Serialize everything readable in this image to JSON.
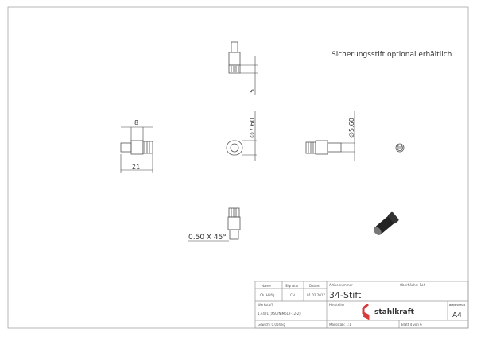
{
  "note": "Sicherungsstift optional erhältlich",
  "dimensions": {
    "d1": "5",
    "d2": "8",
    "d3": "21",
    "d4": "∅7.60",
    "d5": "∅5.60",
    "chamfer": "0.50 X 45°"
  },
  "title_block": {
    "h_name": "Name",
    "h_signatur": "Signatur",
    "h_datum": "Datum",
    "name": "Ch. Höfig",
    "signatur": "CH",
    "datum": "01.02.2017",
    "artikelnummer_label": "Artikelnummer",
    "artikelnummer": "34-Stift",
    "oberflaeche": "Oberfläche: Roh",
    "werkstoff_label": "Werkstoff:",
    "werkstoff": "1.4401 (X5CrNiMo17-12-2)",
    "hersteller_label": "Hersteller",
    "brand": "stahlkraft",
    "blattformat_label": "Blattformat",
    "blattformat": "A4",
    "gewicht": "Gewicht 0.004 kg",
    "massstab": "Massstab: 1:1",
    "blatt": "Blatt 4 von 6",
    "brand_color": "#d63a3a"
  }
}
